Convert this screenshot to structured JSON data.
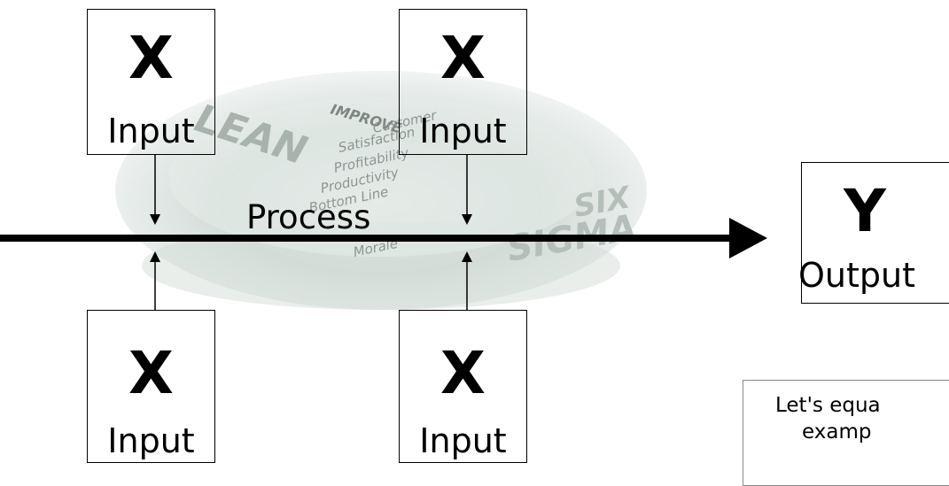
{
  "background": {
    "lean": "LEAN",
    "improve": "IMPROVE",
    "words": [
      "Customer",
      "Satisfaction",
      "Profitability",
      "Productivity",
      "Bottom Line",
      "Morale"
    ],
    "six": "SIX",
    "sigma": "SIGMA"
  },
  "inputs": [
    {
      "var": "X",
      "label": "Input"
    },
    {
      "var": "X",
      "label": "Input"
    },
    {
      "var": "X",
      "label": "Input"
    },
    {
      "var": "X",
      "label": "Input"
    }
  ],
  "process_label": "Process",
  "output": {
    "var": "Y",
    "label": "Output"
  },
  "note": {
    "line1": "Let's equa",
    "line2": "examp"
  },
  "colors": {
    "stroke": "#000000",
    "note_border": "#888888"
  }
}
